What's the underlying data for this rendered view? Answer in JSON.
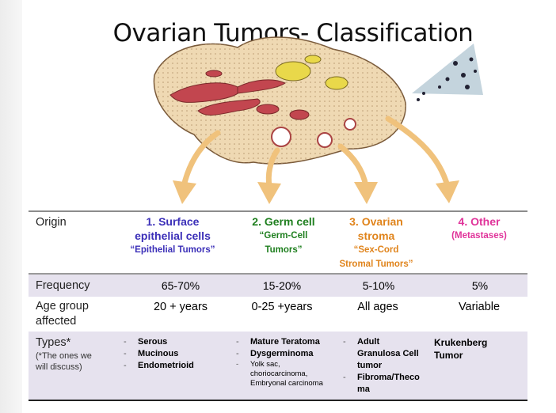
{
  "title": "Ovarian Tumors- Classification",
  "colors": {
    "col1": "#3b2fb8",
    "col2": "#1f7f1f",
    "col3": "#e0841c",
    "col4": "#e0339a",
    "band": "#e6e2ee",
    "arrow": "#f0c27c"
  },
  "table": {
    "rows": {
      "origin": "Origin",
      "frequency": "Frequency",
      "age": [
        "Age group",
        "affected"
      ],
      "types": "Types*",
      "types_note": [
        "(*The ones we",
        "will discuss)"
      ]
    },
    "columns": [
      {
        "origin": [
          "1. Surface",
          "epithelial cells"
        ],
        "sub": [
          "“Epithelial Tumors”"
        ],
        "frequency": "65-70%",
        "age": "20 + years",
        "types": [
          "Serous",
          "Mucinous",
          "Endometrioid"
        ]
      },
      {
        "origin": [
          "2. Germ cell"
        ],
        "sub": [
          "“Germ-Cell",
          "Tumors”"
        ],
        "frequency": "15-20%",
        "age": "0-25 +years",
        "types": [
          "Mature Teratoma",
          "Dysgerminoma"
        ],
        "types_small": [
          "Yolk sac,",
          "choriocarcinoma,",
          "Embryonal carcinoma"
        ]
      },
      {
        "origin": [
          "3. Ovarian",
          "stroma"
        ],
        "sub": [
          "“Sex-Cord",
          "Stromal Tumors”"
        ],
        "frequency": "5-10%",
        "age": "All ages",
        "types": [
          "Adult",
          "Granulosa Cell",
          "tumor"
        ],
        "types2": [
          "Fibroma/Theco",
          "ma"
        ]
      },
      {
        "origin": [
          "4. Other"
        ],
        "sub": [
          "(Metastases)"
        ],
        "frequency": "5%",
        "age": "Variable",
        "types": [
          "Krukenberg",
          "Tumor"
        ]
      }
    ]
  }
}
